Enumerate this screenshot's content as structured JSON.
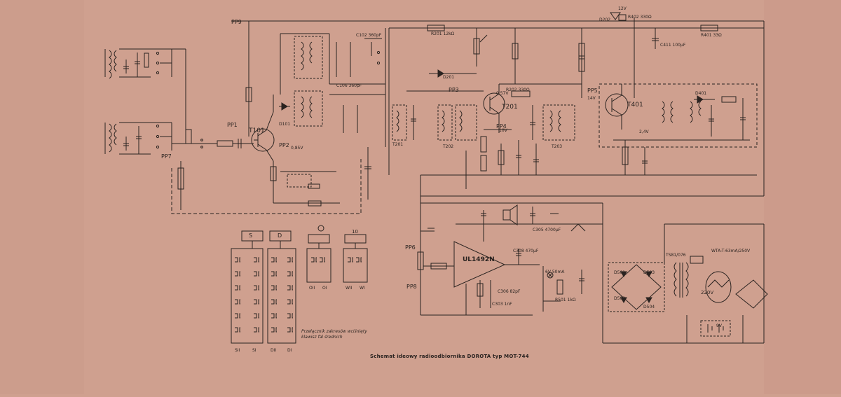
{
  "title": "Schemat ideowy radioodbiornika DOROTA typ MOT-744",
  "switch_note": "Przełącznik zakresów wciśnięty klawisz fal średnich",
  "colors": {
    "paper": "#cfa08f",
    "ink": "#2a2320",
    "dashed": "#3b302b"
  },
  "labels": {
    "pp9": "PP9",
    "pp1": "PP1",
    "pp2": "PP2",
    "pp3": "PP3",
    "pp4": "PP4",
    "pp5": "PP5",
    "pp6": "PP6",
    "pp7": "PP7",
    "pp8": "PP8",
    "t101": "T101",
    "t201": "T201",
    "t401": "T401",
    "t201b": "T201",
    "t202": "T202",
    "t203": "T203",
    "d201": "D201",
    "d101": "D101",
    "d202": "D202",
    "d401": "D401",
    "d501": "D501",
    "d502": "D502",
    "d503": "D503",
    "d504": "D504",
    "ic": "UL1492N",
    "v057": "0,57V",
    "v085": "0,85V",
    "v105": "10V",
    "v14": "14V",
    "v12": "12V",
    "v24": "2,4V",
    "r201": "R201 12kΩ",
    "r401": "R401 33Ω",
    "r402": "R402 330Ω",
    "r202": "R202 330Ω",
    "c411": "C411 100μF",
    "c106": "C106 360pF",
    "c102": "C102 360pF",
    "sw_s": "S",
    "sw_d": "D",
    "sw_lamp": "",
    "sw_10": "10",
    "s_bot_1": "SII",
    "s_bot_2": "SI",
    "d_bot_1": "DII",
    "d_bot_2": "DI",
    "lamp_bot_1": "OII",
    "lamp_bot_2": "OI",
    "ten_bot_1": "WII",
    "ten_bot_2": "WI",
    "transformer": "TS81/076",
    "fuse": "WTA-T-63mA/250V",
    "mains": "220V",
    "battery": "9V",
    "speaker_c": "C305 4700μF",
    "c308": "C308 470μF",
    "c306": "C306 82pF",
    "c303": "C303 1nF",
    "lamp_rating": "6V 50mA",
    "r501": "R501 1kΩ"
  }
}
